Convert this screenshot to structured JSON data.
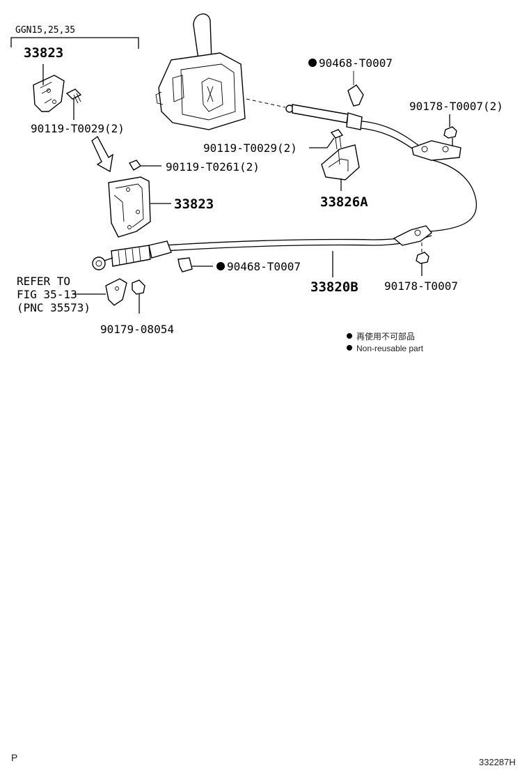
{
  "applicability": {
    "models": "GGN15,25,35"
  },
  "callouts": {
    "bracket_upper": "33823",
    "bolt_upper": "90119-T0029(2)",
    "clip_top": "90468-T0007",
    "nut_right_top": "90178-T0007(2)",
    "bolt_middle": "90119-T0029(2)",
    "bolt_bracket": "90119-T0261(2)",
    "bracket_lower": "33823",
    "retainer": "33826A",
    "clip_lower": "90468-T0007",
    "cable_assembly": "33820B",
    "nut_right_bottom": "90178-T0007",
    "nut_bottom": "90179-08054"
  },
  "refer_note": {
    "line1": "REFER TO",
    "line2": "FIG 35-13",
    "line3": "(PNC 35573)"
  },
  "legend": {
    "symbol": "●",
    "jp_text": "再使用不可部品",
    "en_text": "Non-reusable part"
  },
  "footer": {
    "page_marker": "P",
    "figure_id": "332287H"
  }
}
